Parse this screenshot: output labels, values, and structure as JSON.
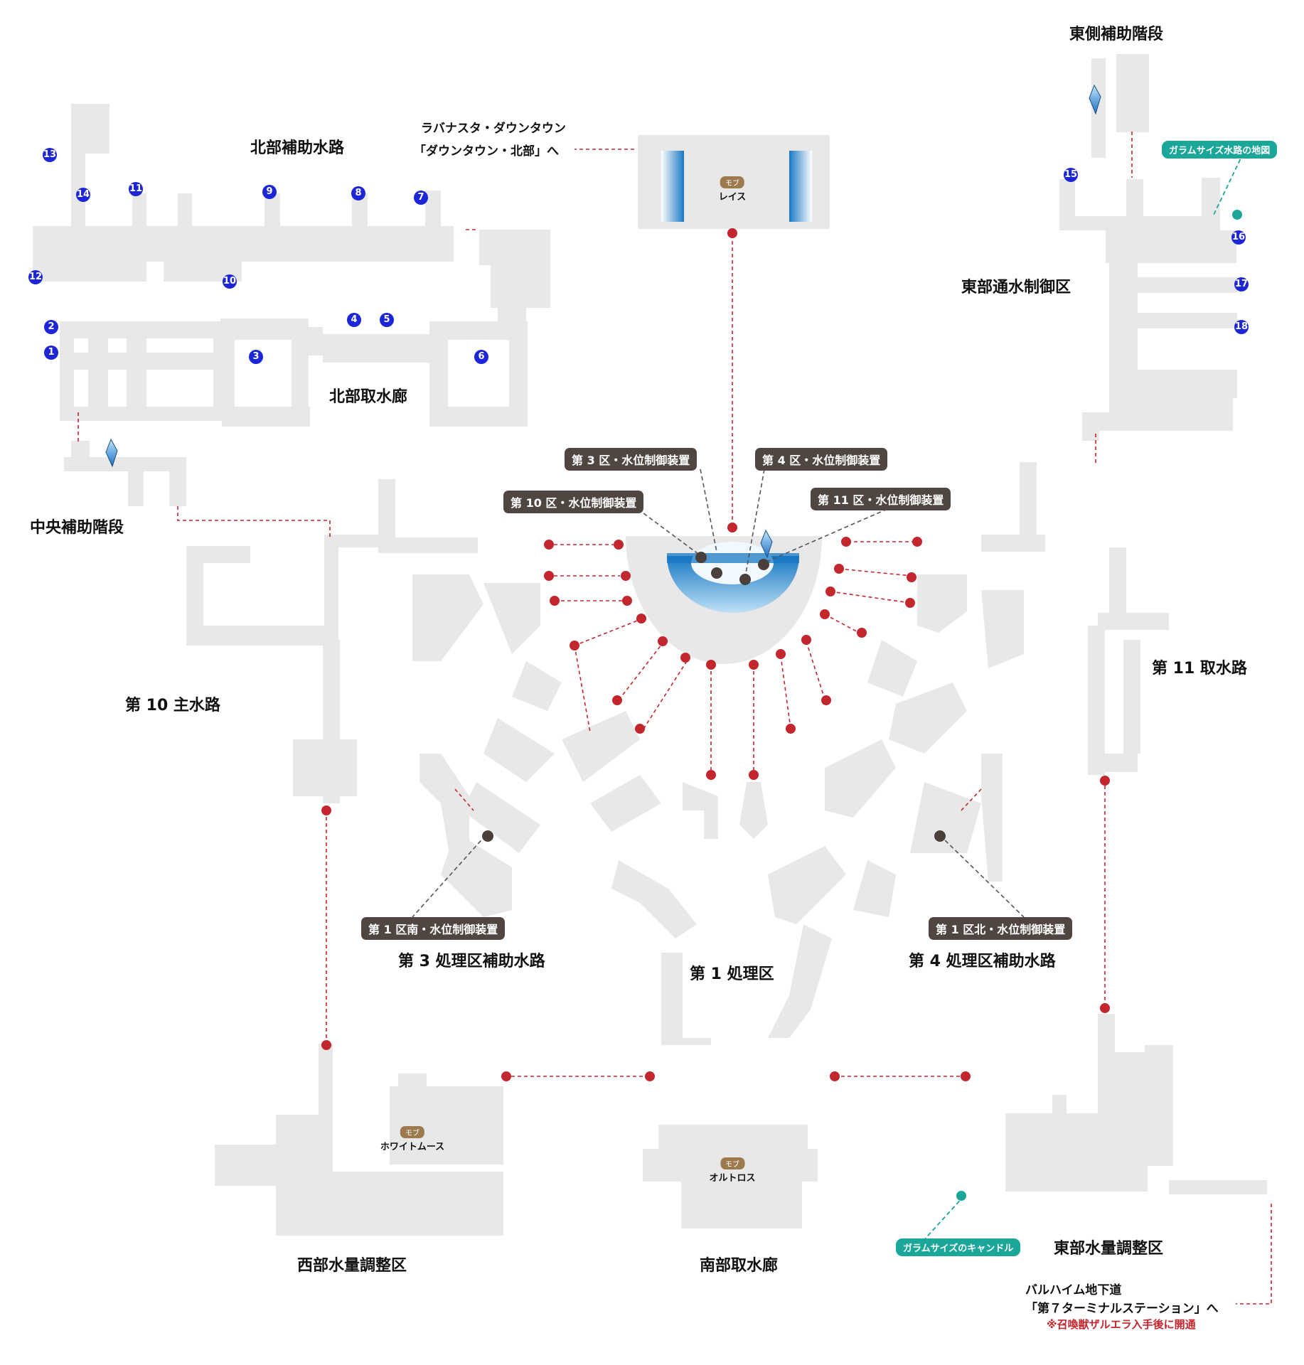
{
  "areas": {
    "north_sub_waterway": "北部補助水路",
    "north_intake": "北部取水廊",
    "central_stairs": "中央補助階段",
    "main10": "第 10 主水路",
    "east_stairs": "東側補助階段",
    "east_control": "東部通水制御区",
    "intake11": "第 11 取水路",
    "block1": "第 1 処理区",
    "sub3": "第 3 処理区補助水路",
    "sub4": "第 4 処理区補助水路",
    "west_volume": "西部水量調整区",
    "south_intake": "南部取水廊",
    "east_volume": "東部水量調整区"
  },
  "exits": {
    "north_line1": "ラバナスタ・ダウンタウン",
    "north_line2": "「ダウンタウン・北部」へ",
    "south_line1": "バルハイム地下道",
    "south_line2": "「第７ターミナルステーション」へ",
    "south_note": "※召喚獣ザルエラ入手後に開通"
  },
  "devices": {
    "d3": "第 3 区・水位制御装置",
    "d4": "第 4 区・水位制御装置",
    "d10": "第 10 区・水位制御装置",
    "d11": "第 11 区・水位制御装置",
    "d1s": "第 1 区南・水位制御装置",
    "d1n": "第 1 区北・水位制御装置"
  },
  "items": {
    "map": "ガラムサイズ水路の地図",
    "candle": "ガラムサイズのキャンドル"
  },
  "mobs": {
    "tag": "モブ",
    "wraith": "レイス",
    "white_mousse": "ホワイトムース",
    "orthros": "オルトロス"
  },
  "numbers": [
    "1",
    "2",
    "3",
    "4",
    "5",
    "6",
    "7",
    "8",
    "9",
    "10",
    "11",
    "12",
    "13",
    "14",
    "15",
    "16",
    "17",
    "18"
  ],
  "colors": {
    "room": "#e8e8e8",
    "route": "#c3262d",
    "number_marker": "#1c25d8",
    "device": "#4f4541",
    "item": "#1aa79a",
    "mob_tag": "#9d7a4e",
    "water": "#1c7bc4"
  },
  "icons": [
    "save-crystal-icon",
    "water-pool"
  ]
}
